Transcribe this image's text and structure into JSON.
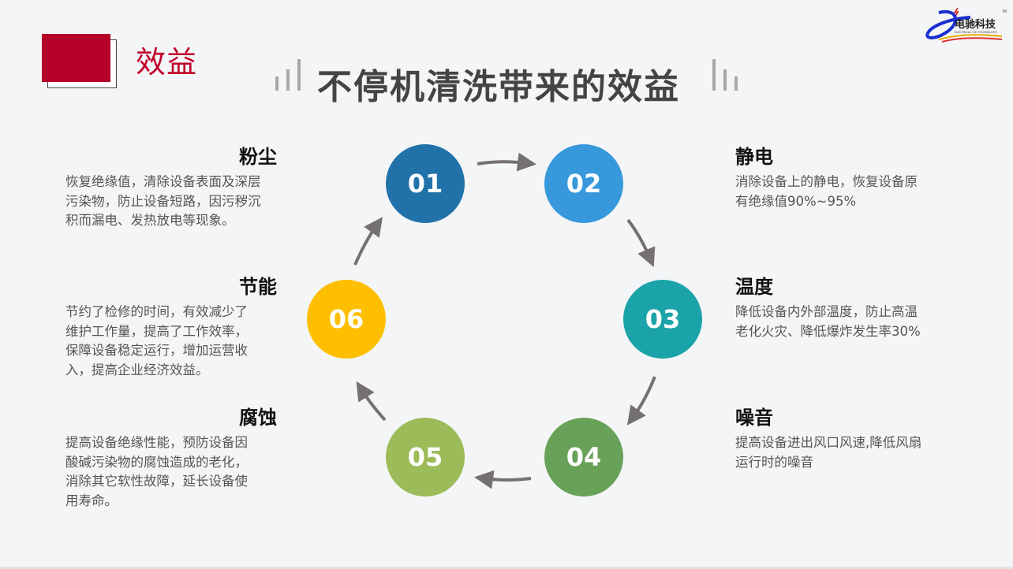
{
  "logo": {
    "text": "电驰科技",
    "subtext": "ELECTRICAL CHI TECHNOLOGY",
    "tm": "TM"
  },
  "section_label": "效益",
  "title": "不停机清洗带来的效益",
  "colors": {
    "accent": "#b5002a",
    "c01": "#2272aa",
    "c02": "#3799db",
    "c03": "#1aa3a8",
    "c04": "#68a158",
    "c05": "#9cbb59",
    "c06": "#fdbf00",
    "arrow": "#767171"
  },
  "steps": [
    {
      "num": "01",
      "title": "粉尘",
      "lines": [
        "恢复绝缘值，清除设备表面及深层",
        "污染物，防止设备短路，因污秽沉",
        "积而漏电、发热放电等现象。"
      ]
    },
    {
      "num": "02",
      "title": "静电",
      "lines": [
        "消除设备上的静电，恢复设备原",
        "有绝缘值90%~95%"
      ]
    },
    {
      "num": "03",
      "title": "温度",
      "lines": [
        "降低设备内外部温度，防止高温",
        "老化火灾、降低爆炸发生率30%"
      ]
    },
    {
      "num": "04",
      "title": "噪音",
      "lines": [
        "提高设备进出风口风速,降低风扇",
        "运行时的噪音"
      ]
    },
    {
      "num": "05",
      "title": "腐蚀",
      "lines": [
        "提高设备绝缘性能，预防设备因",
        "酸碱污染物的腐蚀造成的老化，",
        "消除其它软性故障，延长设备使",
        "用寿命。"
      ]
    },
    {
      "num": "06",
      "title": "节能",
      "lines": [
        "节约了检修的时间，有效减少了",
        "维护工作量，提高了工作效率，",
        "保障设备稳定运行，增加运营收",
        "入，提高企业经济效益。"
      ]
    }
  ]
}
